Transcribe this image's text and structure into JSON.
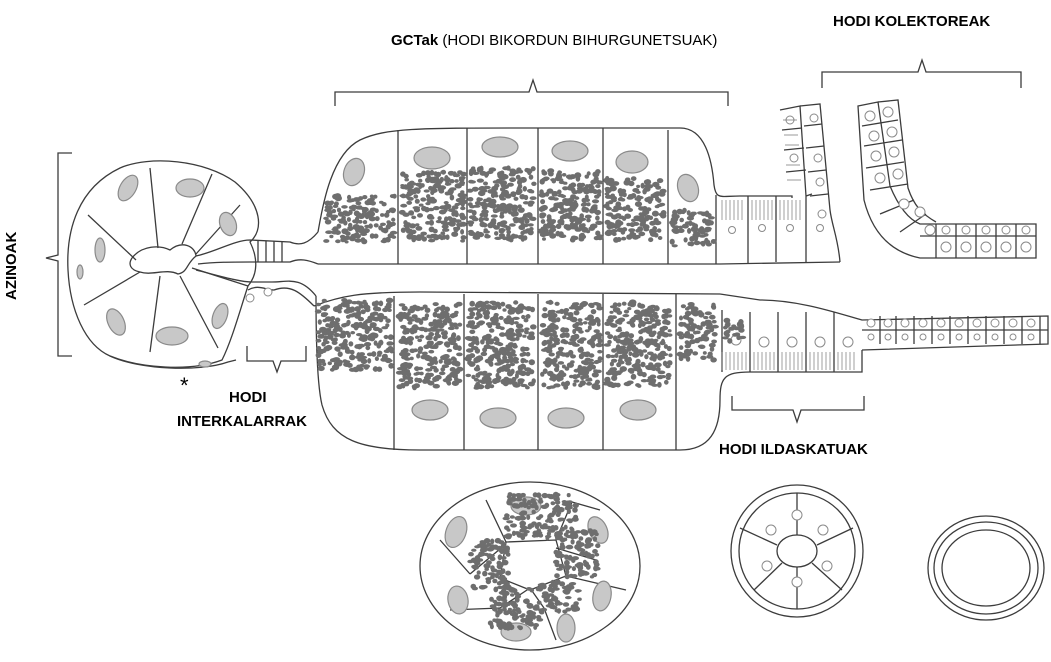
{
  "labels": {
    "gct_bold": "GCTak",
    "gct_rest": " (HODI BIKORDUN BIHURGUNETSUAK)",
    "collecting": "HODI KOLEKTOREAK",
    "acini": "AZINOAK",
    "intercalated_line1": "HODI",
    "intercalated_line2": "INTERKALARRAK",
    "striated": "HODI ILDASKATUAK",
    "asterisk": "*"
  },
  "colors": {
    "line": "#3c3c3c",
    "nucleus_fill": "#c8c8c8",
    "nucleus_stroke": "#8a8a8a",
    "granule": "#6e6e6e"
  }
}
